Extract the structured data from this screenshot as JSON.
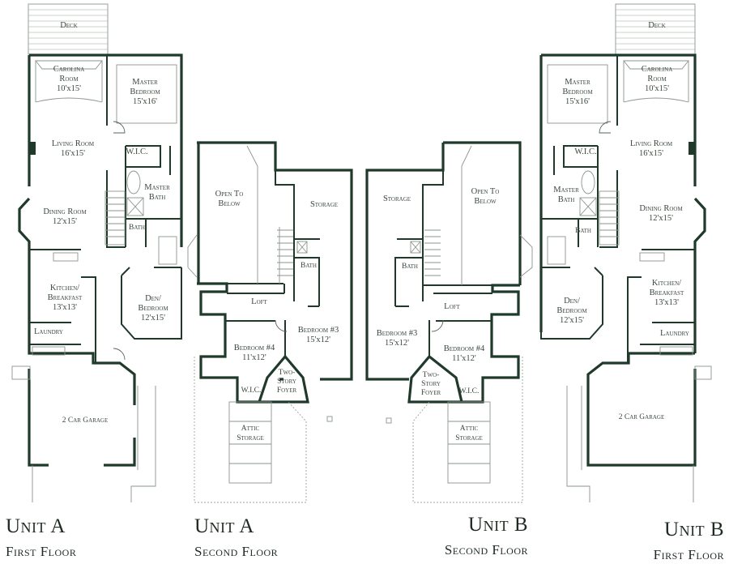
{
  "colors": {
    "wall": "#1f3a2a",
    "label": "#3a463d",
    "background": "#ffffff"
  },
  "unit_a_first": {
    "title": "Unit A",
    "subtitle": "First Floor",
    "rooms": {
      "deck": "Deck",
      "carolina_room": "Carolina Room",
      "carolina_room_dim": "10'x15'",
      "master_bedroom": "Master Bedroom",
      "master_bedroom_dim": "15'x16'",
      "living_room": "Living Room",
      "living_room_dim": "16'x15'",
      "wic": "W.I.C.",
      "master_bath": "Master Bath",
      "dining_room": "Dining Room",
      "dining_room_dim": "12'x15'",
      "bath": "Bath",
      "kitchen": "Kitchen/ Breakfast",
      "kitchen_dim": "13'x13'",
      "den": "Den/ Bedroom",
      "den_dim": "12'x15'",
      "laundry": "Laundry",
      "garage": "2 Car Garage"
    }
  },
  "unit_a_second": {
    "title": "Unit A",
    "subtitle": "Second Floor",
    "rooms": {
      "open_to_below": "Open To Below",
      "storage": "Storage",
      "bath": "Bath",
      "loft": "Loft",
      "bedroom4": "Bedroom #4",
      "bedroom4_dim": "11'x12'",
      "bedroom3": "Bedroom #3",
      "bedroom3_dim": "15'x12'",
      "wic": "W.I.C.",
      "foyer": "Two- Story Foyer",
      "attic": "Attic Storage"
    }
  },
  "unit_b_second": {
    "title": "Unit B",
    "subtitle": "Second Floor",
    "rooms": {
      "storage": "Storage",
      "open_to_below": "Open To Below",
      "bath": "Bath",
      "loft": "Loft",
      "bedroom3": "Bedroom #3",
      "bedroom3_dim": "15'x12'",
      "bedroom4": "Bedroom #4",
      "bedroom4_dim": "11'x12'",
      "foyer": "Two- Story Foyer",
      "wic": "W.I.C.",
      "attic": "Attic Storage"
    }
  },
  "unit_b_first": {
    "title": "Unit B",
    "subtitle": "First Floor",
    "rooms": {
      "deck": "Deck",
      "master_bedroom": "Master Bedroom",
      "master_bedroom_dim": "15'x16'",
      "carolina_room": "Carolina Room",
      "carolina_room_dim": "10'x15'",
      "wic": "W.I.C.",
      "living_room": "Living Room",
      "living_room_dim": "16'x15'",
      "master_bath": "Master Bath",
      "dining_room": "Dining Room",
      "dining_room_dim": "12'x15'",
      "bath": "Bath",
      "den": "Den/ Bedroom",
      "den_dim": "12'x15'",
      "kitchen": "Kitchen/ Breakfast",
      "kitchen_dim": "13'x13'",
      "laundry": "Laundry",
      "garage": "2 Car Garage"
    }
  }
}
